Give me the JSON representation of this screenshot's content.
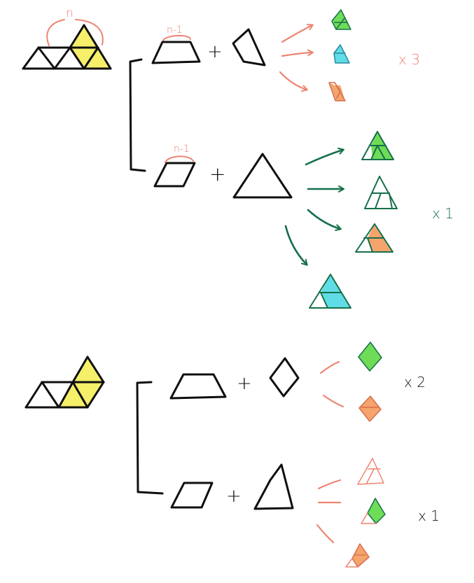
{
  "colors": {
    "ink": "#0f0f0f",
    "salmon": "#ee8472",
    "teal_green": "#16704a",
    "yellow_fill": "#f5ef6a",
    "green_fill": "#6fdc57",
    "cyan_fill": "#5fdce6",
    "orange_fill": "#f4a46c"
  },
  "labels": {
    "n": "n",
    "n_minus_1_top": "n-1",
    "n_minus_1_mid": "n-1",
    "plus": "+",
    "times_3": "x 3",
    "times_1_green": "x 1",
    "times_2": "x 2",
    "times_1_bottom": "x 1"
  }
}
